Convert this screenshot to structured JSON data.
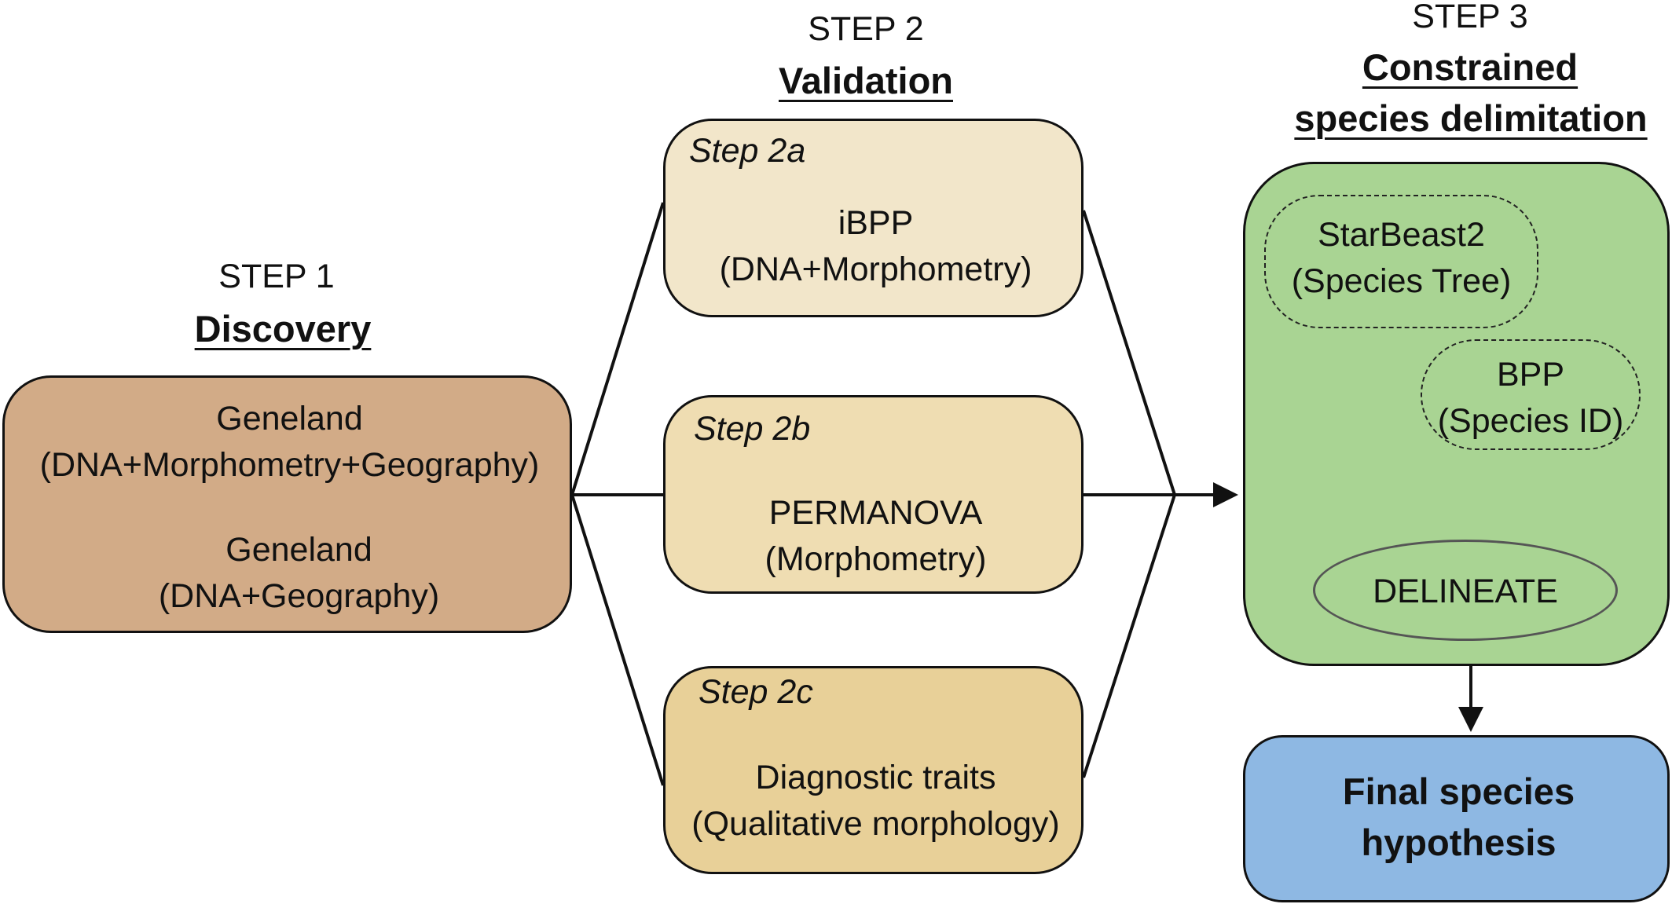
{
  "step1": {
    "step": "STEP 1",
    "title": "Discovery",
    "methods": [
      {
        "name": "Geneland",
        "data": "(DNA+Morphometry+Geography)"
      },
      {
        "name": "Geneland",
        "data": "(DNA+Geography)"
      }
    ],
    "color": "#d2ab87"
  },
  "step2": {
    "step": "STEP 2",
    "title": "Validation",
    "substeps": [
      {
        "label": "Step 2a",
        "name": "iBPP",
        "data": "(DNA+Morphometry)",
        "color": "#f2e6ca"
      },
      {
        "label": "Step 2b",
        "name": "PERMANOVA",
        "data": "(Morphometry)",
        "color": "#efddb2"
      },
      {
        "label": "Step 2c",
        "name": "Diagnostic traits",
        "data": "(Qualitative morphology)",
        "color": "#e8d098"
      }
    ]
  },
  "step3": {
    "step": "STEP 3",
    "title_line1": "Constrained",
    "title_line2": "species delimitation",
    "color": "#a9d493",
    "starbeast": {
      "name": "StarBeast2",
      "data": "(Species Tree)"
    },
    "bpp": {
      "name": "BPP",
      "data": "(Species ID)"
    },
    "delineate": "DELINEATE"
  },
  "final": {
    "line1": "Final species",
    "line2": "hypothesis",
    "color": "#8eb8e3"
  }
}
